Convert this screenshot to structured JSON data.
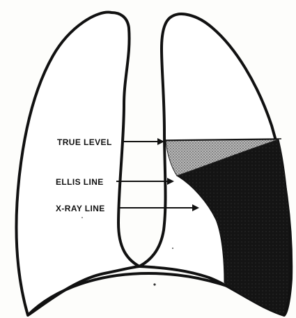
{
  "diagram": {
    "labels": {
      "true_level": "TRUE LEVEL",
      "ellis_line": "ELLIS LINE",
      "xray_line": "X-RAY LINE"
    },
    "colors": {
      "outline": "#111111",
      "lung_fill": "#ffffff",
      "background": "#fdfdfb",
      "fluid_dark": "#111111",
      "fluid_stipple": "#8a8a8a"
    }
  }
}
